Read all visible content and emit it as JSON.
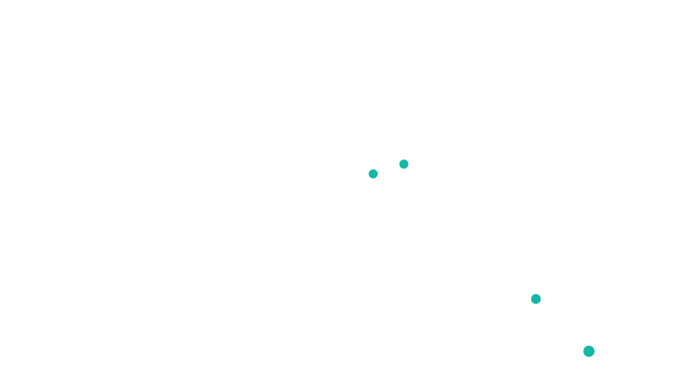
{
  "colors": {
    "background": "#ffffff",
    "dot": "#14b8a6"
  },
  "dots": [
    {
      "name": "dot-1"
    },
    {
      "name": "dot-2"
    },
    {
      "name": "dot-3"
    },
    {
      "name": "dot-4"
    }
  ]
}
